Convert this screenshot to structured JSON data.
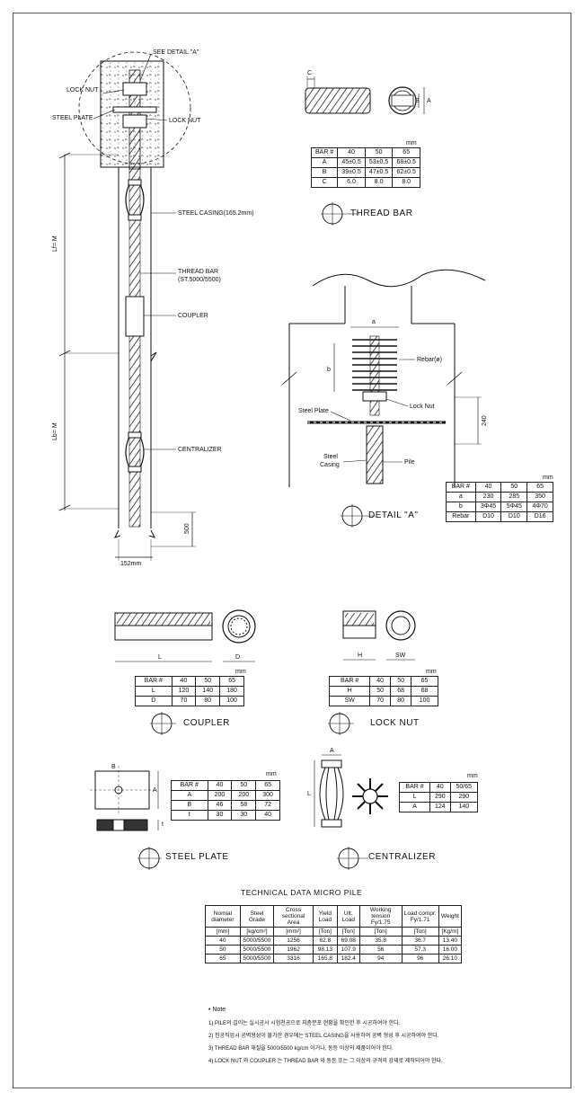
{
  "pile": {
    "see_detail": "SEE DETAIL \"A\"",
    "lock_nut_left": "LOCK NUT",
    "steel_plate": "STEEL PLATE",
    "lock_nut_right": "LOCK NUT",
    "steel_casing": "STEEL CASING(165.2mm)",
    "thread_bar": "THREAD BAR",
    "thread_bar_spec": "(ST.5000/5500)",
    "coupler": "COUPLER",
    "centralizer": "CENTRALIZER",
    "lf": "Lf= M",
    "lb": "Lb= M",
    "dim_500": "500",
    "dim_152": "152mm"
  },
  "thread_bar": {
    "c_label": "C",
    "a_label": "A",
    "b_label": "B",
    "unit": "mm",
    "header": [
      "BAR #",
      "40",
      "50",
      "65"
    ],
    "rows": [
      [
        "A",
        "45±0.5",
        "53±0.5",
        "68±0.5"
      ],
      [
        "B",
        "39±0.5",
        "47±0.5",
        "62±0.5"
      ],
      [
        "C",
        "6.0",
        "8.0",
        "8.0"
      ]
    ],
    "title": "THREAD BAR"
  },
  "detail_a": {
    "a_label": "a",
    "b_label": "b",
    "rebar": "Rebar(ø)",
    "lock_nut": "Lock Nut",
    "steel_plate": "Steel Plate",
    "steel_casing_1": "Steel",
    "steel_casing_2": "Casing",
    "pile": "Pile",
    "dim_240": "240",
    "unit": "mm",
    "header": [
      "BAR #",
      "40",
      "50",
      "65"
    ],
    "rows": [
      [
        "a",
        "230",
        "285",
        "350"
      ],
      [
        "b",
        "3Φ45",
        "5Φ45",
        "4Φ70"
      ],
      [
        "Rebar",
        "D10",
        "D10",
        "D16"
      ]
    ],
    "title": "DETAIL \"A\""
  },
  "coupler": {
    "l_label": "L",
    "d_label": "D",
    "unit": "mm",
    "header": [
      "BAR #",
      "40",
      "50",
      "65"
    ],
    "rows": [
      [
        "L",
        "120",
        "140",
        "180"
      ],
      [
        "D",
        "70",
        "80",
        "100"
      ]
    ],
    "title": "COUPLER"
  },
  "lock_nut": {
    "h_label": "H",
    "sw_label": "SW",
    "unit": "mm",
    "header": [
      "BAR #",
      "40",
      "50",
      "65"
    ],
    "rows": [
      [
        "H",
        "50",
        "68",
        "68"
      ],
      [
        "SW",
        "70",
        "80",
        "100"
      ]
    ],
    "title": "LOCK NUT"
  },
  "steel_plate": {
    "a_label": "A",
    "b_label": "B",
    "t_label": "t",
    "unit": "mm",
    "header": [
      "BAR #",
      "40",
      "50",
      "65"
    ],
    "rows": [
      [
        "A",
        "200",
        "200",
        "300"
      ],
      [
        "B",
        "46",
        "58",
        "72"
      ],
      [
        "t",
        "30",
        "30",
        "40"
      ]
    ],
    "title": "STEEL PLATE"
  },
  "centralizer": {
    "a_label": "A",
    "l_label": "L",
    "unit": "mm",
    "header": [
      "BAR #",
      "40",
      "50/65"
    ],
    "rows": [
      [
        "L",
        "290",
        "290"
      ],
      [
        "A",
        "124",
        "140"
      ]
    ],
    "title": "CENTRALIZER"
  },
  "technical": {
    "title": "TECHNICAL DATA MICRO PILE",
    "headers": [
      "Nomial diameter",
      "Steel Grade",
      "Cross sectional Area",
      "Yield Load",
      "Ult. Load",
      "Working tension Fy/1.75",
      "Load compr. Fy/1.71",
      "Weight"
    ],
    "units": [
      "[mm]",
      "[kg/cm²]",
      "[mm²]",
      "[Ton]",
      "[Ton]",
      "[Ton]",
      "[Ton]",
      "[Kg/m]"
    ],
    "rows": [
      [
        "40",
        "5000/5500",
        "1256",
        "62.8",
        "69.08",
        "35.8",
        "36.7",
        "13.40"
      ],
      [
        "50",
        "5000/5500",
        "1962",
        "98.13",
        "107.9",
        "56",
        "57.3",
        "16.00"
      ],
      [
        "65",
        "5000/5500",
        "3316",
        "165.8",
        "182.4",
        "94",
        "96",
        "26.10"
      ]
    ]
  },
  "notes": {
    "heading": "• Note",
    "items": [
      "1) PILE의 길이는 실시공시 시험천공으로 지층분포 현황을 확인한 후 시공하여야 한다.",
      "2) 천공직업시 공벽형성이 불가한 경우에는 STEEL CASING을 사용하여 공벽 형성 후 시공하여야 한다.",
      "3) THREAD BAR 재질을 5000/5500 kg/cm 이거나, 동등 이상의 제품이어야 한다.",
      "4) LOCK NUT 와 COUPLER 는 THREAD BAR 와 동등 또는 그 이상의 규격의 강재로 제작되어야 한다."
    ]
  }
}
